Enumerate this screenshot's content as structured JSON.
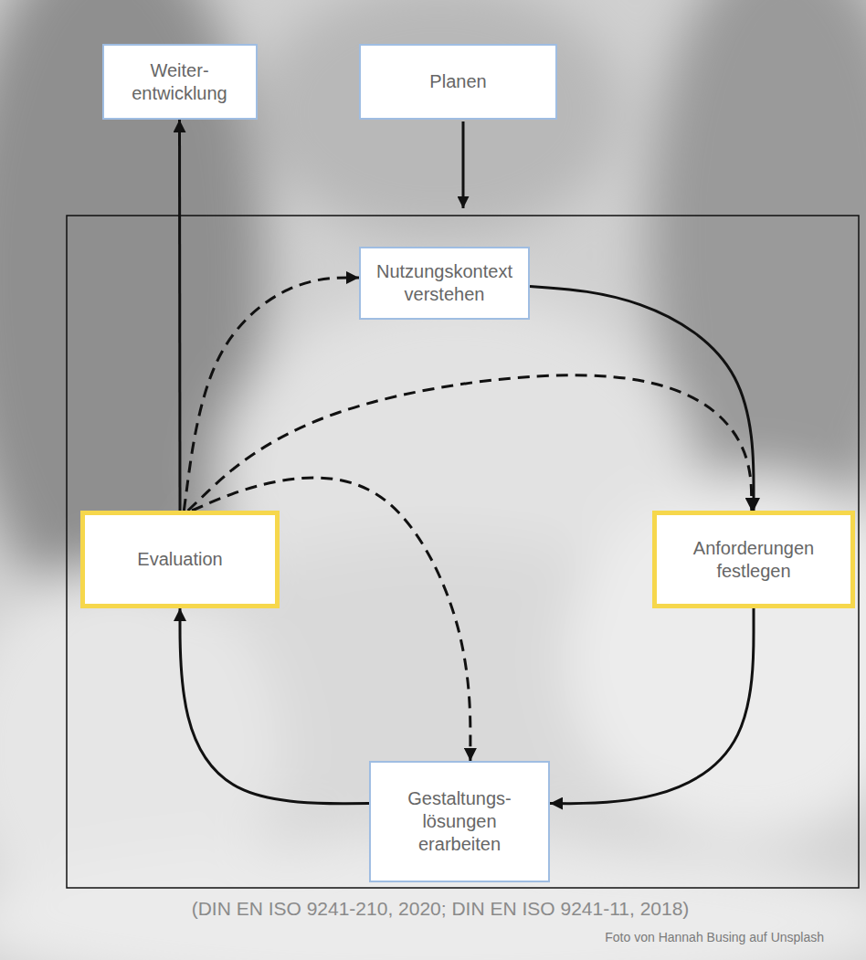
{
  "diagram": {
    "caption": "(DIN EN ISO 9241-210, 2020; DIN EN ISO 9241-11, 2018)",
    "nodes": [
      {
        "text": [
          "Weiter- entwicklung"
        ]
      },
      {
        "text": [
          "Planen"
        ]
      },
      {
        "text": [
          "Nutzungskontext verstehen"
        ]
      },
      {
        "text": [
          "Anforderungen festlegen"
        ]
      },
      {
        "text": [
          "Gestaltungs- lösungen erarbeiten"
        ]
      },
      {
        "text": [
          "Evaluation"
        ]
      }
    ],
    "edges": [
      {
        "from": 2,
        "to": 3,
        "arrow": "to"
      },
      {
        "from": 3,
        "to": 4,
        "arrow": "to"
      },
      {
        "from": 4,
        "to": 5,
        "arrow": "to"
      },
      {
        "from": 5,
        "to": 0,
        "arrow": "to"
      },
      {
        "from": 5,
        "to": 2,
        "arrow": "to"
      },
      {
        "from": 5,
        "to": 3,
        "arrow": "to"
      },
      {
        "from": 5,
        "to": 4,
        "arrow": "to"
      }
    ],
    "labels": [
      "Foto von Hannah Busing auf Unsplash"
    ]
  }
}
